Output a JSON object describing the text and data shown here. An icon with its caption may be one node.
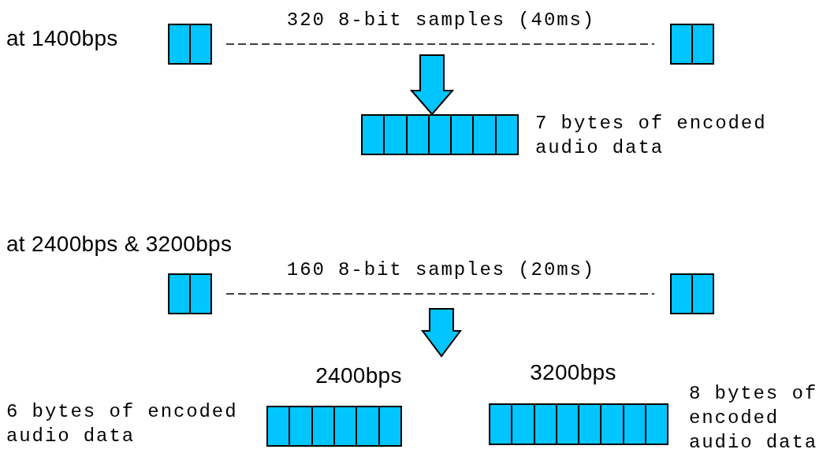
{
  "diagram": {
    "nodes": [
      {
        "text": [],
        "shape": "box"
      },
      {
        "text": [],
        "shape": "box"
      },
      {
        "text": [],
        "shape": "box",
        "beside": [
          "7 bytes of encoded audio data"
        ]
      },
      {
        "text": [],
        "shape": "box"
      },
      {
        "text": [],
        "shape": "box"
      },
      {
        "text": [],
        "shape": "box",
        "beside": [
          "2400bps",
          "6 bytes of encoded audio data"
        ]
      },
      {
        "text": [],
        "shape": "box",
        "beside": [
          "3200bps",
          "8 bytes of encoded audio data"
        ]
      }
    ],
    "edges": [
      {
        "from": 0,
        "to": 1,
        "arrow": "none",
        "style": "dashed",
        "label": "320 8-bit samples (40ms)"
      },
      {
        "from": null,
        "to": 2,
        "arrow": "to",
        "style": "thick"
      },
      {
        "from": 3,
        "to": 4,
        "arrow": "none",
        "style": "dashed",
        "label": "160 8-bit samples (20ms)"
      }
    ],
    "labels": [
      "at 1400bps",
      "at 2400bps & 3200bps"
    ]
  }
}
